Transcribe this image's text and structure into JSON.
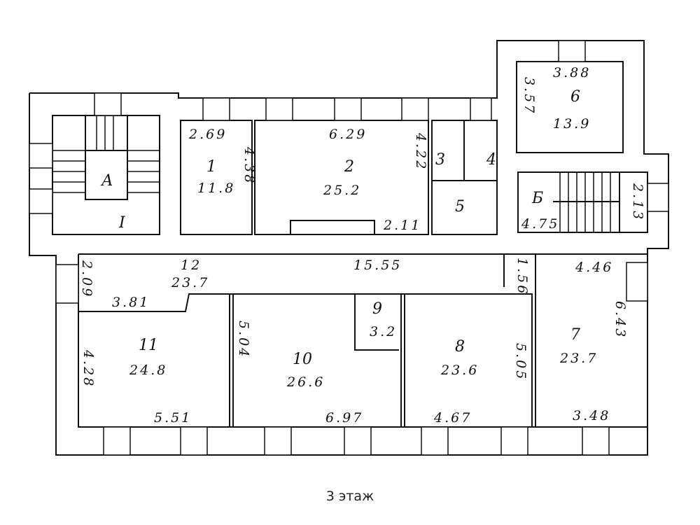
{
  "caption": "3 этаж",
  "rooms": {
    "stairA": {
      "letter": "А",
      "mark": "I"
    },
    "r1": {
      "num": "1",
      "area": "11.8",
      "d1": "2.69",
      "d2": "4.38"
    },
    "r2": {
      "num": "2",
      "area": "25.2",
      "d1": "6.29",
      "d2": "4.22",
      "d3": "2.11"
    },
    "r3": {
      "num": "3"
    },
    "r4": {
      "num": "4"
    },
    "r5": {
      "num": "5"
    },
    "r6": {
      "num": "6",
      "area": "13.9",
      "d1": "3.88",
      "d2": "3.57"
    },
    "stairB": {
      "letter": "Б",
      "d1": "2.13",
      "d2": "4.75"
    },
    "r12": {
      "num": "12",
      "area": "23.7",
      "d1": "15.55",
      "d2": "2.09",
      "d3": "3.81",
      "d4": "1.56"
    },
    "r7": {
      "num": "7",
      "area": "23.7",
      "d1": "4.46",
      "d2": "6.43",
      "d3": "3.48"
    },
    "r11": {
      "num": "11",
      "area": "24.8",
      "d1": "4.28",
      "d2": "5.51"
    },
    "r10": {
      "num": "10",
      "area": "26.6",
      "d1": "5.04",
      "d2": "6.97"
    },
    "r9": {
      "num": "9",
      "area": "3.2"
    },
    "r8": {
      "num": "8",
      "area": "23.6",
      "d1": "5.05",
      "d2": "4.67"
    }
  }
}
